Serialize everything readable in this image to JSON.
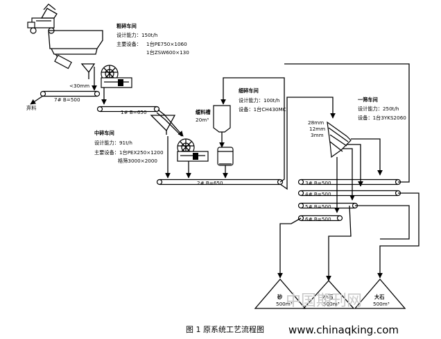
{
  "coarse_workshop": {
    "title": "粗碎车间",
    "capacity": "设计能力：150t/h",
    "equipment_label": "主要设备：",
    "equipment_1": "1台PE750×1060",
    "equipment_2": "1台ZSW600×130"
  },
  "medium_workshop": {
    "title": "中碎车间",
    "capacity": "设计能力：91t/h",
    "equipment_1": "主要设备：1台PEX250×1200",
    "equipment_2": "格筛3000×2000"
  },
  "fine_workshop": {
    "title": "细碎车间",
    "capacity": "设计能力：100t/h",
    "equipment": "设备：1台CH430MC"
  },
  "screen_workshop": {
    "title": "一筛车间",
    "capacity": "设计能力：250t/h",
    "equipment": "设备：1台3YKS2060"
  },
  "buffer_bin": {
    "label": "缓料槽",
    "volume": "20m³"
  },
  "sizes": {
    "lt30": "<30mm",
    "s28": "28mm",
    "s12": "12mm",
    "s3": "3mm"
  },
  "discard": "弃料",
  "belts": {
    "b7": "7# B=500",
    "b1": "1# B=650",
    "b2": "2# B=650",
    "b3": "3# B=500",
    "b4": "4# B=500",
    "b5": "5# B=500",
    "b6": "6# B=500"
  },
  "stockpiles": [
    {
      "name": "砂",
      "volume": "500m³"
    },
    {
      "name": "小石",
      "volume": "500m³"
    },
    {
      "name": "大石",
      "volume": "500m³"
    }
  ],
  "caption": "图 1 原系统工艺流程图",
  "watermark_cn": "中国期刊网",
  "watermark_url": "www.chinaqking.com"
}
